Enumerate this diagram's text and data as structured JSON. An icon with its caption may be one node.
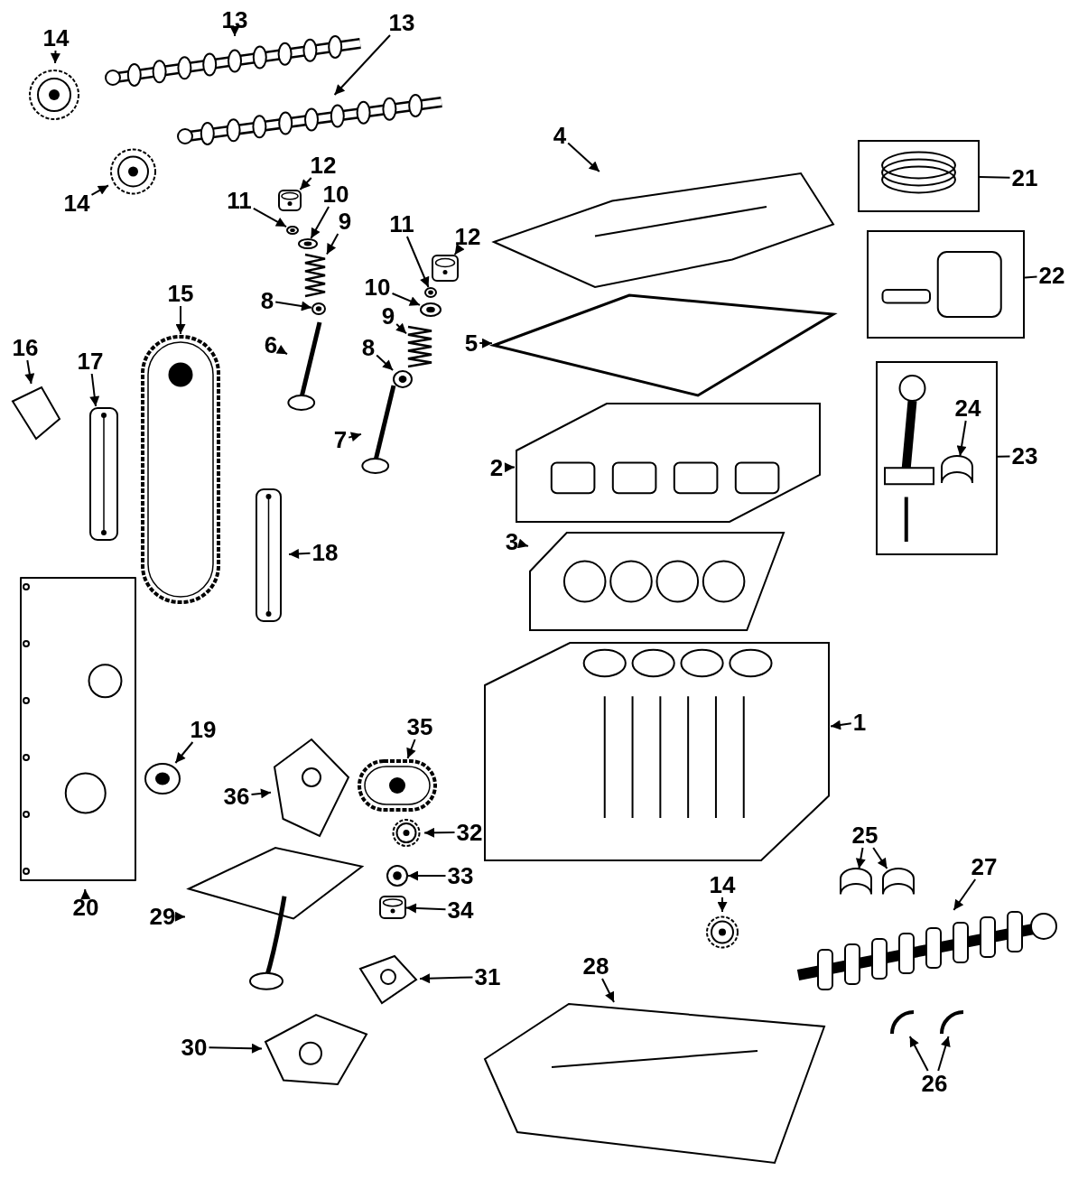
{
  "diagram": {
    "nodes": [
      {
        "text": [
          "14"
        ]
      },
      {
        "text": [],
        "shape": "picture"
      },
      {
        "text": [
          "13"
        ]
      },
      {
        "text": [],
        "shape": "picture"
      },
      {
        "text": [
          "13"
        ]
      },
      {
        "text": [],
        "shape": "picture"
      },
      {
        "text": [
          "14"
        ]
      },
      {
        "text": [],
        "shape": "picture"
      },
      {
        "text": [
          "12"
        ]
      },
      {
        "text": [],
        "shape": "picture"
      },
      {
        "text": [
          "10"
        ]
      },
      {
        "text": [],
        "shape": "picture"
      },
      {
        "text": [
          "11"
        ]
      },
      {
        "text": [],
        "shape": "picture"
      },
      {
        "text": [
          "9"
        ]
      },
      {
        "text": [],
        "shape": "picture"
      },
      {
        "text": [
          "8"
        ]
      },
      {
        "text": [],
        "shape": "picture"
      },
      {
        "text": [
          "6"
        ]
      },
      {
        "text": [],
        "shape": "picture"
      },
      {
        "text": [
          "4"
        ]
      },
      {
        "text": [],
        "shape": "picture"
      },
      {
        "text": [
          "11"
        ]
      },
      {
        "text": [],
        "shape": "picture"
      },
      {
        "text": [
          "12"
        ]
      },
      {
        "text": [],
        "shape": "picture"
      },
      {
        "text": [
          "10"
        ]
      },
      {
        "text": [],
        "shape": "picture"
      },
      {
        "text": [
          "9"
        ]
      },
      {
        "text": [],
        "shape": "picture"
      },
      {
        "text": [
          "8"
        ]
      },
      {
        "text": [],
        "shape": "picture"
      },
      {
        "text": [
          "7"
        ]
      },
      {
        "text": [],
        "shape": "picture"
      },
      {
        "text": [
          "5"
        ]
      },
      {
        "text": [],
        "shape": "picture"
      },
      {
        "text": [
          "2"
        ]
      },
      {
        "text": [],
        "shape": "picture"
      },
      {
        "text": [
          "3"
        ]
      },
      {
        "text": [],
        "shape": "picture"
      },
      {
        "text": [
          "1"
        ]
      },
      {
        "text": [],
        "shape": "picture"
      },
      {
        "text": [
          "21"
        ]
      },
      {
        "text": [],
        "shape": "picture"
      },
      {
        "text": [
          "22"
        ]
      },
      {
        "text": [],
        "shape": "picture"
      },
      {
        "text": [
          "23"
        ]
      },
      {
        "text": [],
        "shape": "picture"
      },
      {
        "text": [
          "24"
        ],
        "in": 47
      },
      {
        "text": [],
        "shape": "picture",
        "in": 47
      },
      {
        "text": [
          "15"
        ]
      },
      {
        "text": [],
        "shape": "picture"
      },
      {
        "text": [
          "16"
        ]
      },
      {
        "text": [],
        "shape": "picture"
      },
      {
        "text": [
          "17"
        ]
      },
      {
        "text": [],
        "shape": "picture"
      },
      {
        "text": [
          "18"
        ]
      },
      {
        "text": [],
        "shape": "picture"
      },
      {
        "text": [
          "19"
        ]
      },
      {
        "text": [],
        "shape": "picture"
      },
      {
        "text": [
          "20"
        ]
      },
      {
        "text": [],
        "shape": "picture"
      },
      {
        "text": [
          "35"
        ]
      },
      {
        "text": [],
        "shape": "picture"
      },
      {
        "text": [
          "36"
        ]
      },
      {
        "text": [],
        "shape": "picture"
      },
      {
        "text": [
          "32"
        ]
      },
      {
        "text": [],
        "shape": "picture"
      },
      {
        "text": [
          "25"
        ]
      },
      {
        "text": [],
        "shape": "picture"
      },
      {
        "text": [],
        "shape": "picture"
      },
      {
        "text": [
          "27"
        ]
      },
      {
        "text": [],
        "shape": "picture"
      },
      {
        "text": [
          "14"
        ]
      },
      {
        "text": [],
        "shape": "picture"
      },
      {
        "text": [
          "33"
        ]
      },
      {
        "text": [],
        "shape": "picture"
      },
      {
        "text": [
          "34"
        ]
      },
      {
        "text": [],
        "shape": "picture"
      },
      {
        "text": [
          "29"
        ]
      },
      {
        "text": [],
        "shape": "picture"
      },
      {
        "text": [
          "31"
        ]
      },
      {
        "text": [],
        "shape": "picture"
      },
      {
        "text": [
          "30"
        ]
      },
      {
        "text": [],
        "shape": "picture"
      },
      {
        "text": [
          "28"
        ]
      },
      {
        "text": [],
        "shape": "picture"
      },
      {
        "text": [
          "26"
        ]
      },
      {
        "text": [],
        "shape": "picture"
      },
      {
        "text": [],
        "shape": "picture"
      }
    ],
    "edges": [
      {
        "from": 0,
        "to": 1,
        "arrow": "to"
      },
      {
        "from": 2,
        "to": 3,
        "arrow": "to"
      },
      {
        "from": 4,
        "to": 5,
        "arrow": "to"
      },
      {
        "from": 6,
        "to": 7,
        "arrow": "to"
      },
      {
        "from": 8,
        "to": 9,
        "arrow": "to"
      },
      {
        "from": 10,
        "to": 11,
        "arrow": "to"
      },
      {
        "from": 12,
        "to": 13,
        "arrow": "to"
      },
      {
        "from": 14,
        "to": 15,
        "arrow": "to"
      },
      {
        "from": 16,
        "to": 17,
        "arrow": "to"
      },
      {
        "from": 18,
        "to": 19,
        "arrow": "to"
      },
      {
        "from": 20,
        "to": 21,
        "arrow": "to"
      },
      {
        "from": 22,
        "to": 23,
        "arrow": "to"
      },
      {
        "from": 24,
        "to": 25,
        "arrow": "to"
      },
      {
        "from": 26,
        "to": 27,
        "arrow": "to"
      },
      {
        "from": 28,
        "to": 29,
        "arrow": "to"
      },
      {
        "from": 30,
        "to": 31,
        "arrow": "to"
      },
      {
        "from": 32,
        "to": 33,
        "arrow": "to"
      },
      {
        "from": 34,
        "to": 35,
        "arrow": "to"
      },
      {
        "from": 36,
        "to": 37,
        "arrow": "to"
      },
      {
        "from": 38,
        "to": 39,
        "arrow": "to"
      },
      {
        "from": 40,
        "to": 41,
        "arrow": "to"
      },
      {
        "from": 42,
        "to": 43,
        "arrow": "none"
      },
      {
        "from": 44,
        "to": 45,
        "arrow": "none"
      },
      {
        "from": 46,
        "to": 47,
        "arrow": "none"
      },
      {
        "from": 48,
        "to": 49,
        "arrow": "to"
      },
      {
        "from": 50,
        "to": 51,
        "arrow": "to"
      },
      {
        "from": 52,
        "to": 53,
        "arrow": "to"
      },
      {
        "from": 54,
        "to": 55,
        "arrow": "to"
      },
      {
        "from": 56,
        "to": 57,
        "arrow": "to"
      },
      {
        "from": 58,
        "to": 59,
        "arrow": "to"
      },
      {
        "from": 60,
        "to": 61,
        "arrow": "to"
      },
      {
        "from": 62,
        "to": 63,
        "arrow": "to"
      },
      {
        "from": 64,
        "to": 65,
        "arrow": "to"
      },
      {
        "from": 66,
        "to": 67,
        "arrow": "to"
      },
      {
        "from": 68,
        "to": 69,
        "arrow": "to"
      },
      {
        "from": 68,
        "to": 70,
        "arrow": "to"
      },
      {
        "from": 71,
        "to": 72,
        "arrow": "to"
      },
      {
        "from": 73,
        "to": 74,
        "arrow": "to"
      },
      {
        "from": 75,
        "to": 76,
        "arrow": "to"
      },
      {
        "from": 77,
        "to": 78,
        "arrow": "to"
      },
      {
        "from": 79,
        "to": 80,
        "arrow": "to"
      },
      {
        "from": 81,
        "to": 82,
        "arrow": "to"
      },
      {
        "from": 83,
        "to": 84,
        "arrow": "to"
      },
      {
        "from": 85,
        "to": 86,
        "arrow": "to"
      },
      {
        "from": 87,
        "to": 88,
        "arrow": "to"
      },
      {
        "from": 87,
        "to": 89,
        "arrow": "to"
      }
    ]
  }
}
